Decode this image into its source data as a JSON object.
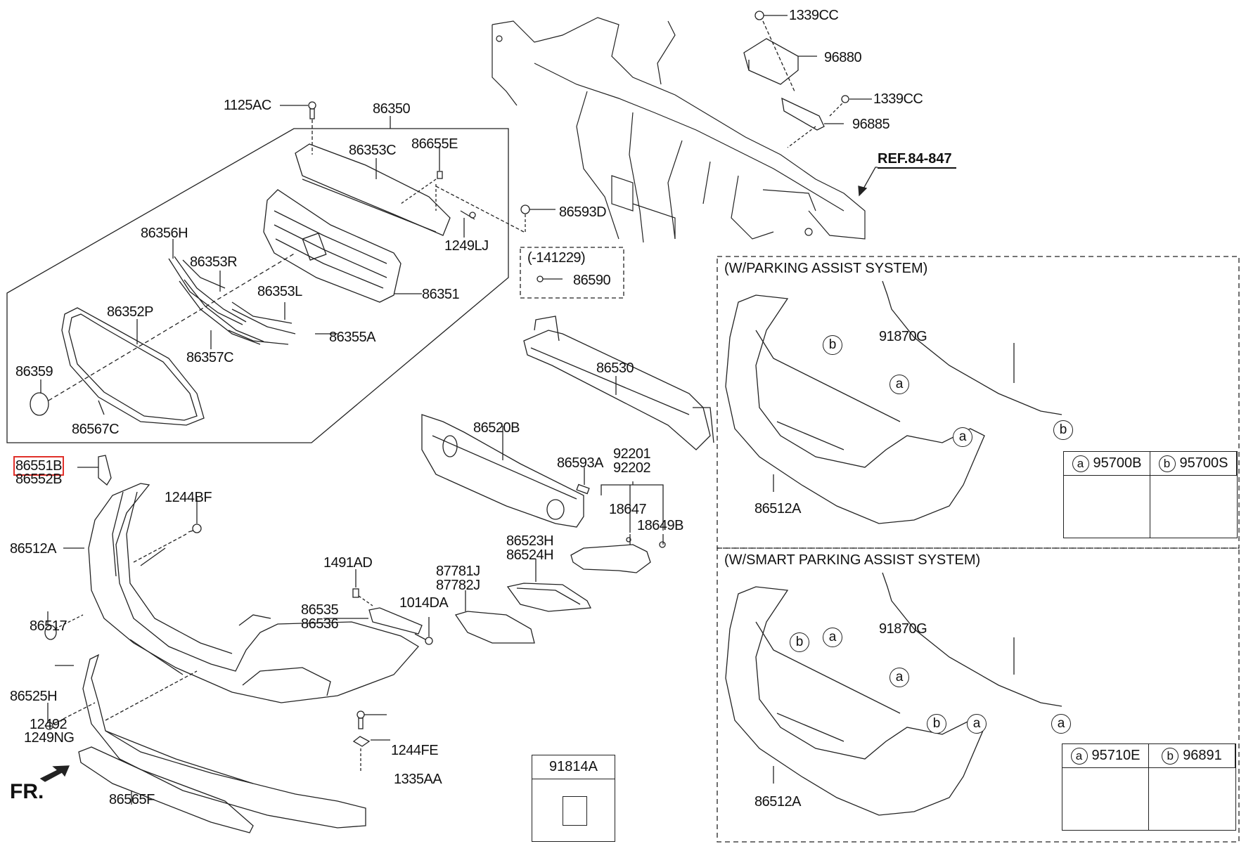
{
  "diagram": {
    "title": "Front Bumper & Grille Parts Diagram",
    "direction_marker": "FR.",
    "reference": "REF.84-847",
    "highlighted_part": "86551B"
  },
  "labels": {
    "p1125AC": "1125AC",
    "p86350": "86350",
    "p86353C": "86353C",
    "p86655E": "86655E",
    "p1249LJ": "1249LJ",
    "p86593D": "86593D",
    "p86356H": "86356H",
    "p86353R": "86353R",
    "p86353L": "86353L",
    "p86351": "86351",
    "p86352P": "86352P",
    "p86355A": "86355A",
    "p86357C": "86357C",
    "p86359": "86359",
    "p86567C": "86567C",
    "p86551B": "86551B",
    "p86552B": "86552B",
    "p1244BF": "1244BF",
    "p86512A": "86512A",
    "p86517": "86517",
    "p86525H": "86525H",
    "p12492": "12492",
    "p1249NG": "1249NG",
    "p86565F": "86565F",
    "p1491AD": "1491AD",
    "p86535": "86535",
    "p86536": "86536",
    "p1014DA": "1014DA",
    "p87781J": "87781J",
    "p87782J": "87782J",
    "p86523H": "86523H",
    "p86524H": "86524H",
    "p1244FE": "1244FE",
    "p1335AA": "1335AA",
    "p91814A": "91814A",
    "p86530": "86530",
    "p86520B": "86520B",
    "p86593A": "86593A",
    "p92201": "92201",
    "p92202": "92202",
    "p18647": "18647",
    "p18649B": "18649B",
    "p1339CC_top": "1339CC",
    "p96880": "96880",
    "p1339CC_mid": "1339CC",
    "p96885": "96885",
    "p141229": "(-141229)",
    "p86590": "86590"
  },
  "sections": {
    "parking_assist": {
      "title": "(W/PARKING ASSIST SYSTEM)",
      "harness": "91870G",
      "bumper": "86512A",
      "callouts": [
        "b",
        "a",
        "a",
        "b"
      ],
      "legend": [
        {
          "key": "a",
          "part": "95700B"
        },
        {
          "key": "b",
          "part": "95700S"
        }
      ]
    },
    "smart_parking_assist": {
      "title": "(W/SMART PARKING ASSIST SYSTEM)",
      "harness": "91870G",
      "bumper": "86512A",
      "callouts": [
        "b",
        "a",
        "a",
        "b",
        "a",
        "a"
      ],
      "legend": [
        {
          "key": "a",
          "part": "95710E"
        },
        {
          "key": "b",
          "part": "96891"
        }
      ]
    }
  }
}
